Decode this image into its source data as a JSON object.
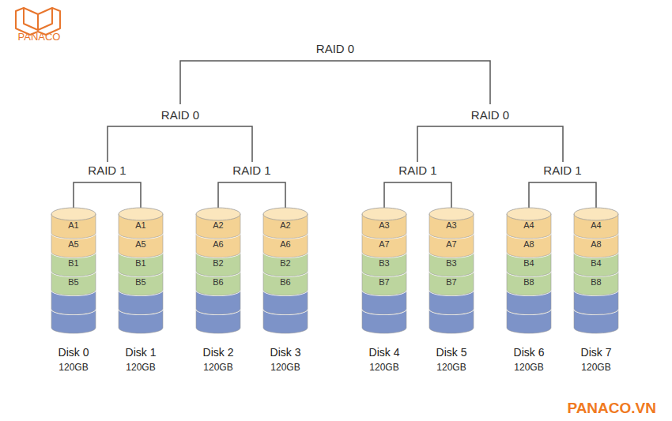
{
  "diagram": {
    "nodes": [
      {
        "text": [
          "A1",
          "A5",
          "B1",
          "B5",
          "Disk 0",
          "120GB"
        ]
      },
      {
        "text": [
          "A1",
          "A5",
          "B1",
          "B5",
          "Disk 1",
          "120GB"
        ]
      },
      {
        "text": [
          "A2",
          "A6",
          "B2",
          "B6",
          "Disk 2",
          "120GB"
        ]
      },
      {
        "text": [
          "A2",
          "A6",
          "B2",
          "B6",
          "Disk 3",
          "120GB"
        ]
      },
      {
        "text": [
          "A3",
          "A7",
          "B3",
          "B7",
          "Disk 4",
          "120GB"
        ]
      },
      {
        "text": [
          "A3",
          "A7",
          "B3",
          "B7",
          "Disk 5",
          "120GB"
        ]
      },
      {
        "text": [
          "A4",
          "A8",
          "B4",
          "B8",
          "Disk 6",
          "120GB"
        ]
      },
      {
        "text": [
          "A4",
          "A8",
          "B4",
          "B8",
          "Disk 7",
          "120GB"
        ]
      }
    ],
    "edges": [
      {
        "from": 0,
        "to": 1,
        "arrow": "none",
        "label": "RAID 1"
      },
      {
        "from": 2,
        "to": 3,
        "arrow": "none",
        "label": "RAID 1"
      },
      {
        "from": 4,
        "to": 5,
        "arrow": "none",
        "label": "RAID 1"
      },
      {
        "from": 6,
        "to": 7,
        "arrow": "none",
        "label": "RAID 1"
      }
    ],
    "labels": [
      "PANACO",
      "RAID 0",
      "RAID 0",
      "RAID 0",
      "PANACO.VN"
    ]
  }
}
